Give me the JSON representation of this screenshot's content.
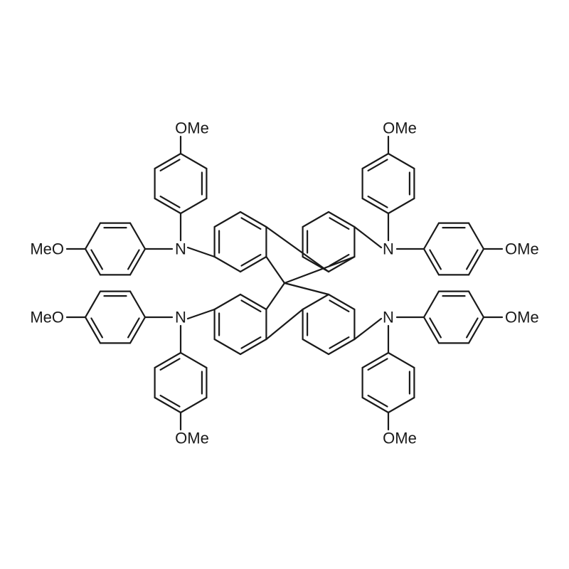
{
  "molecule": {
    "atom_labels": {
      "nitrogen": "N",
      "methoxy_right": "OMe",
      "methoxy_left": "MeO"
    },
    "colors": {
      "ink": "#1a1a1a",
      "background": "#ffffff"
    }
  }
}
